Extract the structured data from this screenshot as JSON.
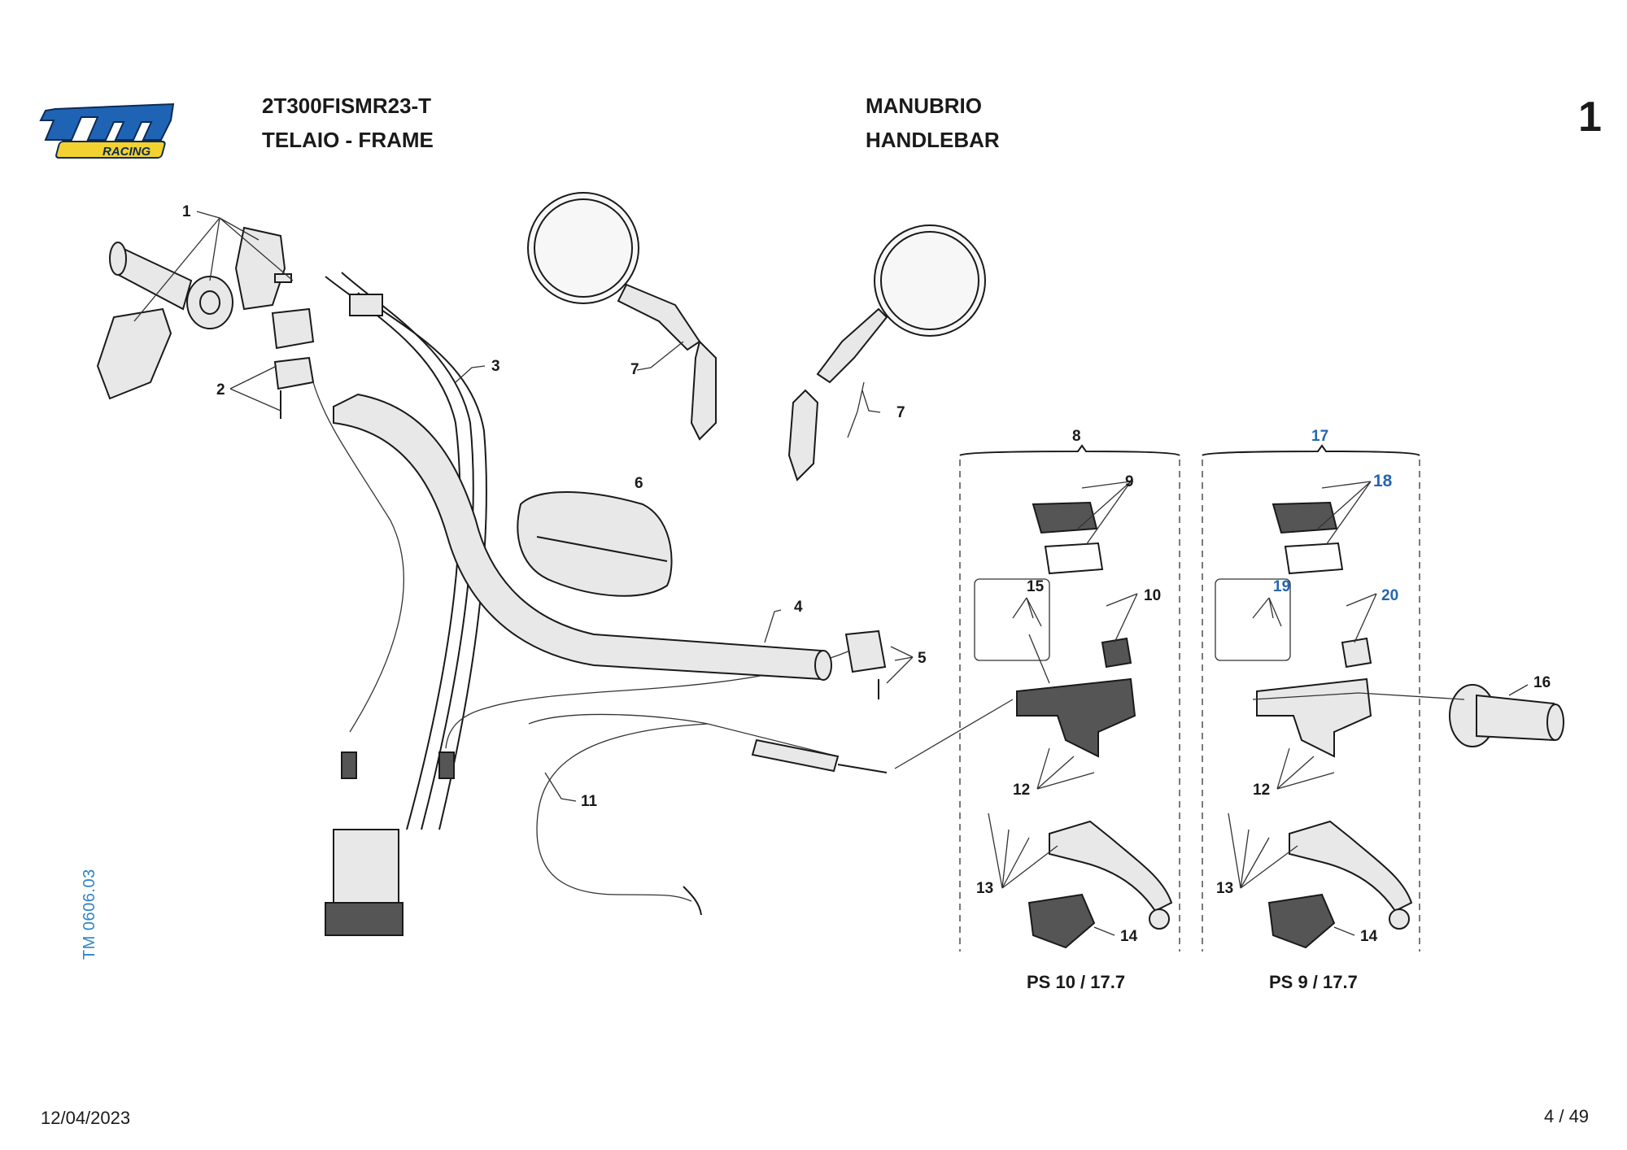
{
  "header": {
    "model_code": "2T300FISMR23-T",
    "section": "TELAIO - FRAME",
    "group_it": "MANUBRIO",
    "group_en": "HANDLEBAR",
    "page_number": "1"
  },
  "logo": {
    "brand": "tm",
    "tagline": "RACING"
  },
  "side_code": "TM 0606.03",
  "footer": {
    "date": "12/04/2023",
    "page": "4 / 49"
  },
  "callouts": [
    "1",
    "2",
    "3",
    "4",
    "5",
    "6",
    "7",
    "7",
    "8",
    "9",
    "10",
    "11",
    "12",
    "13",
    "14",
    "15",
    "16",
    "17",
    "18",
    "19",
    "20",
    "12",
    "13",
    "14"
  ],
  "insets": {
    "left": {
      "number": "8",
      "caption": "PS 10 / 17.7",
      "labels": [
        "9",
        "10",
        "15",
        "12",
        "13",
        "14"
      ]
    },
    "right": {
      "number": "17",
      "caption": "PS 9 / 17.7",
      "labels": [
        "18",
        "19",
        "20",
        "12",
        "13",
        "14"
      ]
    }
  },
  "colors": {
    "accent_blue": "#2f84c6",
    "callout_blue": "#2466b0",
    "logo_blue": "#1f64b4",
    "logo_yellow": "#f2d230"
  }
}
